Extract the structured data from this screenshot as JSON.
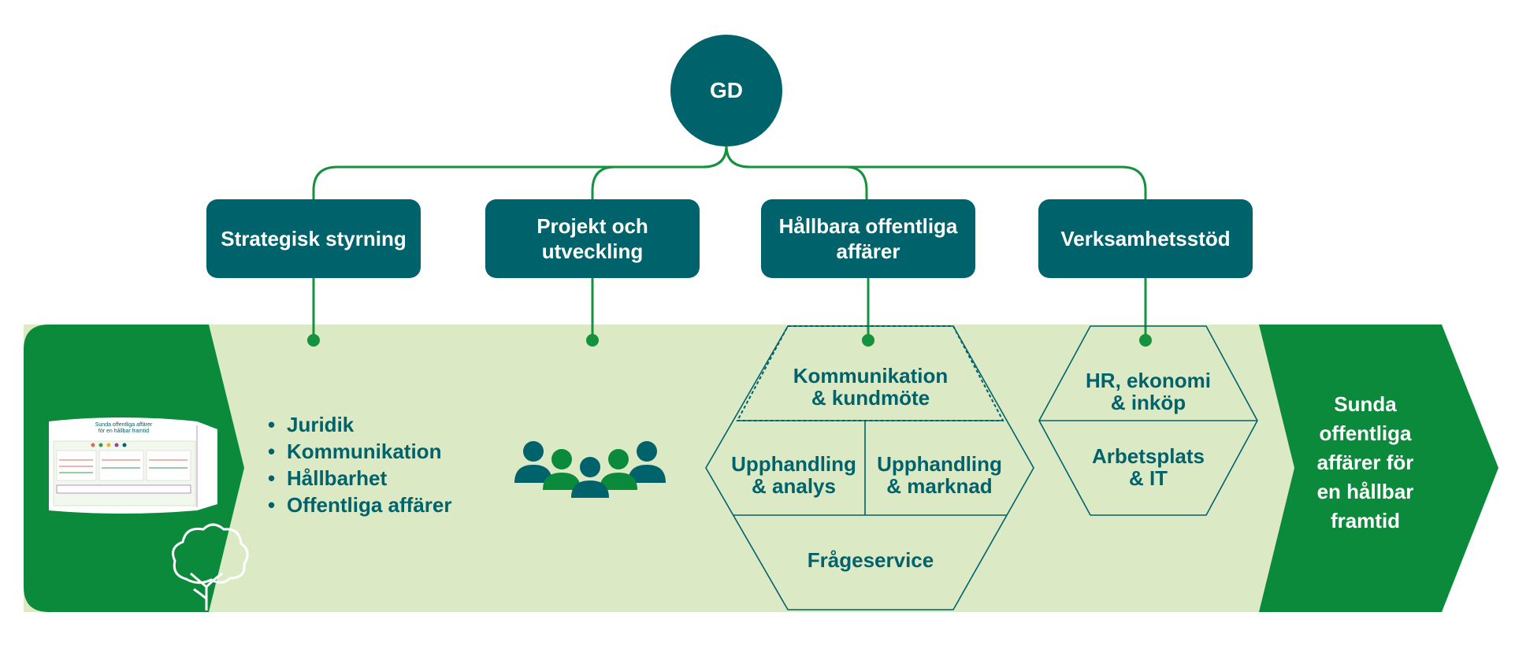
{
  "top_node": {
    "label": "GD"
  },
  "departments": [
    {
      "label": "Strategisk styrning"
    },
    {
      "label": "Projekt och\nutveckling"
    },
    {
      "label": "Hållbara offentliga\naffärer"
    },
    {
      "label": "Verksamhetsstöd"
    }
  ],
  "strategy_bullets": [
    "Juridik",
    "Kommunikation",
    "Hållbarhet",
    "Offentliga affärer"
  ],
  "sustainable_units": {
    "top": "Kommunikation\n& kundmöte",
    "left": "Upphandling\n& analys",
    "right": "Upphandling\n& marknad",
    "bottom": "Frågeservice"
  },
  "support_units": {
    "top": "HR, ekonomi\n& inköp",
    "bottom": "Arbetsplats\n& IT"
  },
  "outcome": "Sunda\noffentliga\naffärer för\nen hållbar\nframtid",
  "thumbnail": {
    "title": "Sunda offentliga affärer\nför en hållbar framtid"
  },
  "icons": {
    "people": "people-group-icon",
    "tree": "tree-icon"
  },
  "colors": {
    "teal": "#00626b",
    "green": "#0a8a3a",
    "light_green": "#dce9c5",
    "connector": "#15923f"
  }
}
